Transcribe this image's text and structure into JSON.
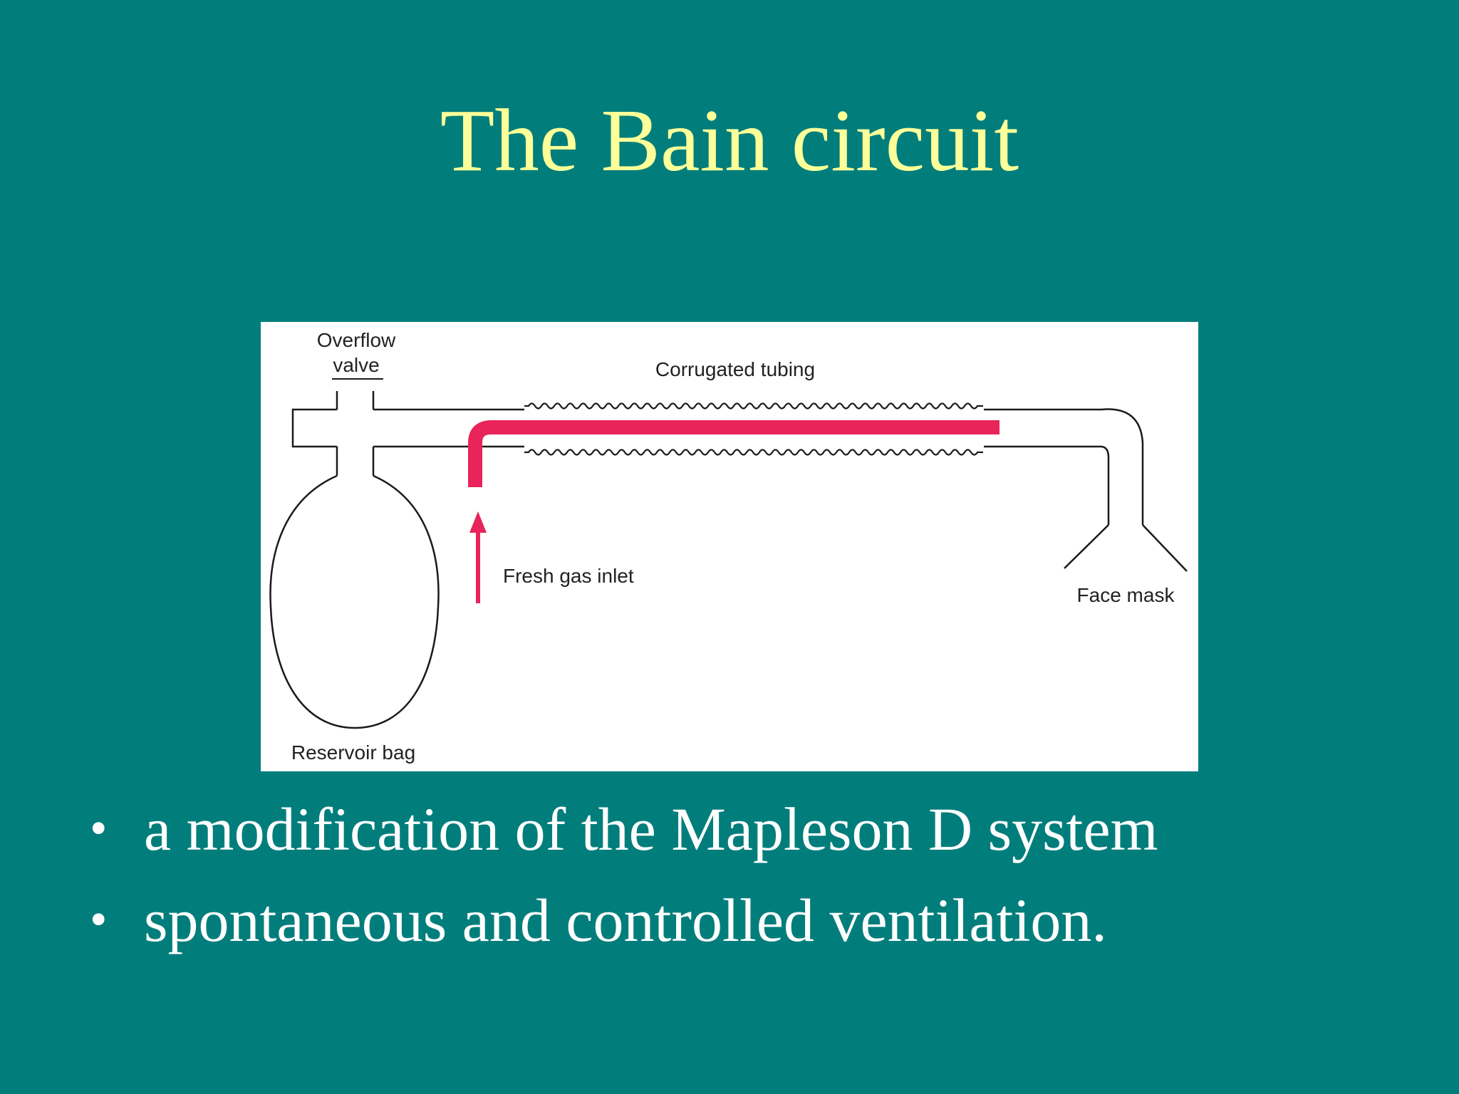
{
  "slide": {
    "title": "The Bain circuit",
    "background_color": "#017e7c",
    "title_color": "#ffff99",
    "text_color": "#ffffff"
  },
  "diagram": {
    "labels": {
      "overflow_valve_line1": "Overflow",
      "overflow_valve_line2": "valve",
      "corrugated_tubing": "Corrugated tubing",
      "fresh_gas_inlet": "Fresh gas inlet",
      "face_mask": "Face mask",
      "reservoir_bag": "Reservoir bag"
    },
    "line_color": "#1a1a1a",
    "fresh_gas_color": "#e8245a"
  },
  "bullets": [
    {
      "marker": "•",
      "text": "a modification of the Mapleson D system"
    },
    {
      "marker": "•",
      "text": "spontaneous and controlled ventilation."
    }
  ]
}
